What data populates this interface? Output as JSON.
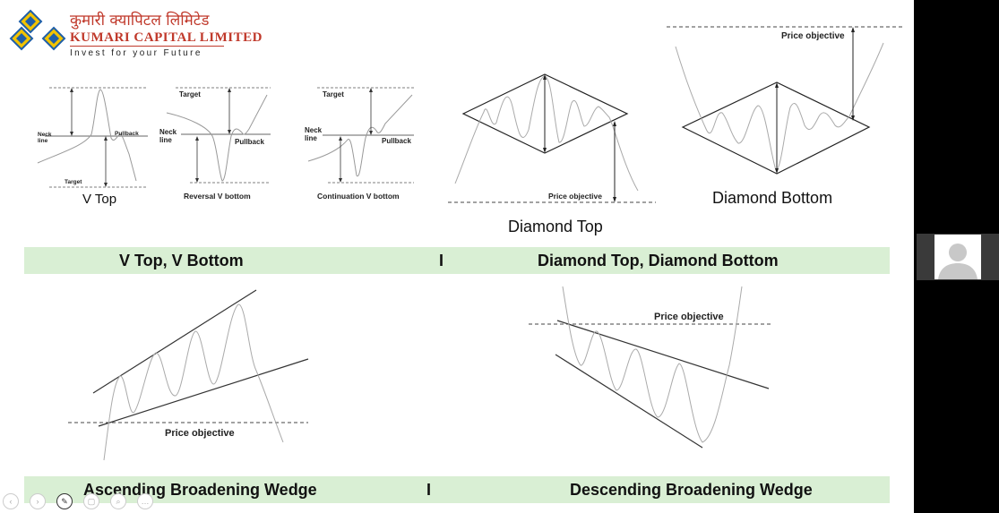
{
  "logo": {
    "name_devanagari": "कुमारी क्यापिटल लिमिटेड",
    "name_english": "Kumari Capital Limited",
    "tagline": "Invest for your Future"
  },
  "row1": {
    "v_top": {
      "caption": "V Top",
      "neck": "Neck",
      "line": "line",
      "pullback": "Pullback",
      "target": "Target"
    },
    "reversal_v_bottom": {
      "caption": "Reversal V bottom",
      "target": "Target",
      "neck": "Neck",
      "line": "line",
      "pullback": "Pullback"
    },
    "continuation_v_bottom": {
      "caption": "Continuation V bottom",
      "target": "Target",
      "neck": "Neck",
      "line": "line",
      "pullback": "Pullback"
    },
    "diamond_top": {
      "caption": "Diamond Top",
      "price_objective": "Price objective"
    },
    "diamond_bottom": {
      "caption": "Diamond Bottom",
      "price_objective": "Price objective"
    }
  },
  "band1": {
    "left": "V Top, V Bottom",
    "separator": "I",
    "right": "Diamond Top, Diamond Bottom"
  },
  "row2": {
    "ascending_wedge": {
      "price_objective": "Price objective"
    },
    "descending_wedge": {
      "price_objective": "Price objective"
    }
  },
  "band2": {
    "left": "Ascending Broadening Wedge",
    "separator": "I",
    "right": "Descending Broadening Wedge"
  },
  "controls": [
    {
      "icon": "previous-icon",
      "glyph": "‹"
    },
    {
      "icon": "next-icon",
      "glyph": "›"
    },
    {
      "icon": "pen-icon",
      "glyph": "✎"
    },
    {
      "icon": "slides-icon",
      "glyph": "▢"
    },
    {
      "icon": "zoom-icon",
      "glyph": "⌕"
    },
    {
      "icon": "more-icon",
      "glyph": "…"
    }
  ],
  "colors": {
    "band": "#d9efd4",
    "logo_red": "#c0392b",
    "logo_yellow": "#f2c300",
    "logo_blue": "#1f5fa8"
  }
}
